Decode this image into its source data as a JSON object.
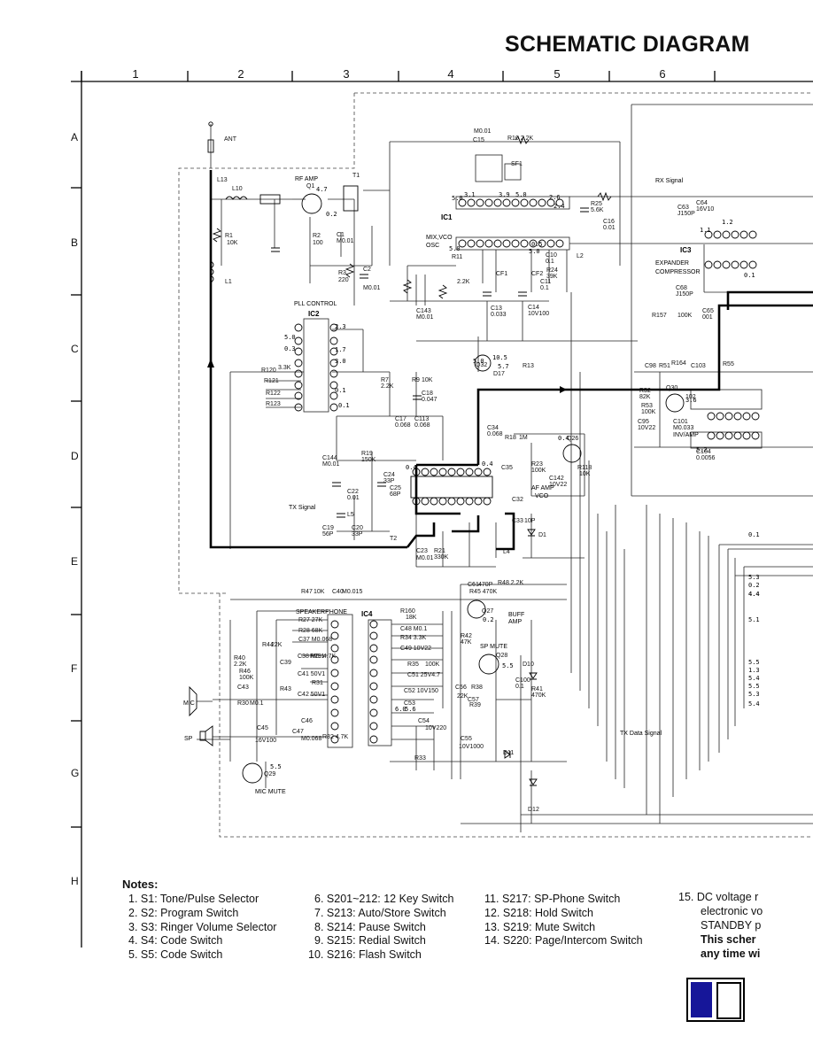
{
  "title": "SCHEMATIC DIAGRAM",
  "columns": [
    "1",
    "2",
    "3",
    "4",
    "5",
    "6"
  ],
  "rows": [
    "A",
    "B",
    "C",
    "D",
    "E",
    "F",
    "G",
    "H"
  ],
  "ics": {
    "ic1": "IC1",
    "ic2": "IC2",
    "ic3": "IC3",
    "ic4": "IC4"
  },
  "blocks": {
    "rf_amp": "RF AMP",
    "mix_vco": "MIX,VCO",
    "osc": "OSC",
    "pll_control": "PLL CONTROL",
    "expander": "EXPANDER",
    "compressor": "COMPRESSOR",
    "inv_amp": "INV/AMP",
    "af_amp": "AF AMP",
    "vco": "VCO",
    "speakerphone": "SPEAKERPHONE",
    "buff_amp_1": "BUFF",
    "buff_amp_2": "AMP",
    "sp_mute": "SP MUTE",
    "mic_mute": "MIC MUTE"
  },
  "signals": {
    "rx": "RX Signal",
    "tx": "TX Signal",
    "tx_data": "TX Data Signal"
  },
  "terminals": {
    "ant": "ANT",
    "mic": "MIC",
    "sp": "SP"
  },
  "components": {
    "l13": "L13",
    "l10": "L10",
    "r1": "R1",
    "r1v": "10K",
    "l1": "L1",
    "q1": "Q1",
    "t1": "T1",
    "r2": "R2",
    "r2v": "100",
    "c1": "C1",
    "c1v": "M0.01",
    "r3": "R3",
    "r3v": "220",
    "c2": "C2",
    "c2v": "M0.01",
    "c15": "C15",
    "m001": "M0.01",
    "r10": "R10 2.2K",
    "sf1": "SF1",
    "r25": "R25",
    "r25v": "5.6K",
    "c16": "C16",
    "c16v": "0.01",
    "c63": "C63",
    "c63v": "J150P",
    "c64": "C64",
    "c64v": "16V10",
    "c68": "C68",
    "c68v": "J150P",
    "r157": "R157",
    "r157v": "100K",
    "c65": "C65",
    "c65v": "001",
    "r11": "R11",
    "r11v": "2.2K",
    "cf1": "CF1",
    "cf2": "CF2",
    "l2": "L2",
    "r24": "R24",
    "r24v": "39K",
    "c10": "C10",
    "c10v": "0.1",
    "c11": "C11",
    "c11v": "0.1",
    "c13": "C13",
    "c13v": "0.033",
    "c14": "C14",
    "c14v": "10V100",
    "c143": "C143",
    "c143v": "M0.01",
    "r120": "R120",
    "r121": "R121",
    "r122": "R122",
    "r123": "R123",
    "v33k": "3.3K",
    "r7": "R7",
    "r7v": "2.2K",
    "r9": "R9",
    "r9v": "10K",
    "c18": "C18",
    "c18v": "0.047",
    "c17": "C17",
    "c17v": "0.068",
    "c113": "C113",
    "c113v": "0.068",
    "c144": "C144",
    "c144v": "M0.01",
    "r19": "R19",
    "r19v": "150K",
    "c24": "C24",
    "c24v": "33P",
    "c25": "C25",
    "c25v": "68P",
    "c22": "C22",
    "c22v": "0.01",
    "l5": "L5",
    "c19": "C19",
    "c19v": "56P",
    "c20": "C20",
    "c20v": "33P",
    "t2": "T2",
    "r21": "R21",
    "r21v": "330K",
    "c23": "C23",
    "c23v": "M0.01",
    "r14": "R14",
    "r14v": "22K",
    "c34": "C34",
    "c34v": "0.068",
    "r18": "R18",
    "r18v": "1M",
    "c35": "C35",
    "r23": "R23",
    "r23v": "100K",
    "c142": "C142",
    "c142v": "10V22",
    "r118": "R118",
    "r118v": "10K",
    "q26": "Q26",
    "q32": "Q32",
    "d17": "D17",
    "c32": "C32",
    "c33": "C33",
    "c33v": "10P",
    "d1": "D1",
    "l4": "L4",
    "c98": "C98",
    "r51": "R51",
    "r164": "R164",
    "c103": "C103",
    "r55": "R55",
    "r52": "R52",
    "r52v": "82K",
    "q30": "Q30",
    "q102": "102",
    "r53": "R53",
    "r53v": "100K",
    "c95": "C95",
    "c95v": "10V22",
    "c101": "C101",
    "c101v": "M0.033",
    "c104": "C104",
    "c104v": "0.0056",
    "r47": "R47",
    "r47v": "10K",
    "c40": "C40",
    "c40v": "M0.015",
    "r27": "R27 27K",
    "r28": "R28 68K",
    "c37": "C37 M0.068",
    "c38": "C38 M0.1",
    "r29": "R29 4.7K",
    "c41": "C41 50V1",
    "r31": "R31",
    "c42": "C42 50V1",
    "c39": "C39",
    "r43": "R43",
    "r44": "R44",
    "r44v": "22K",
    "r46": "R46",
    "r46v": "100K",
    "r40": "R40",
    "r40v": "2.2K",
    "c43": "C43",
    "r30": "R30",
    "r30v": "M0.1",
    "c46": "C46",
    "c47": "C47",
    "c47v": "M0.068",
    "r32": "R32 4.7K",
    "c45": "C45",
    "c45v": "16V100",
    "r160": "R160",
    "r160v": "18K",
    "c48": "C48 M0.1",
    "r34": "R34 3.3K",
    "c49": "C49 10V22",
    "r35": "R35",
    "r35v": "100K",
    "c51": "C51 25V4.7",
    "c52": "C52 10V150",
    "c53": "C53",
    "c54": "C54",
    "c54v": "10V220",
    "c55": "C55",
    "c55v": "10V1000",
    "r33": "R33",
    "d11": "D11",
    "d12": "D12",
    "c61": "C61",
    "c61v": "470P",
    "r45": "R45 470K",
    "r48": "R48 2.2K",
    "q27": "Q27",
    "r42": "R42",
    "r42v": "47K",
    "q28": "Q28",
    "c56": "C56",
    "r38": "R38",
    "r38v": "22K",
    "r39": "R39",
    "c57": "C57",
    "c100": "C100",
    "c100v": "0.1",
    "r41": "R41",
    "r41v": "470K",
    "d10": "D10",
    "q29": "Q29",
    "r13": "R13"
  },
  "voltages": [
    "5.0",
    "3.1",
    "3.9",
    "5.0",
    "2.6",
    "2.4",
    "0.2",
    "4.7",
    "5.0",
    "1.1",
    "1.2",
    "0.5",
    "5.0",
    "0.1",
    "2.3",
    "5.0",
    "0.3",
    "1.7",
    "3.0",
    "0.1",
    "0.1",
    "0.4",
    "10.5",
    "5.0",
    "5.7",
    "0.4",
    "3.6",
    "5.2",
    "0.4",
    "4.4",
    "0.2",
    "5.5",
    "5.5",
    "5.6",
    "0.1",
    "5.3",
    "0.2",
    "4.4",
    "5.1",
    "5.5",
    "1.3",
    "5.4",
    "5.5",
    "5.3",
    "5.4",
    "6.0"
  ],
  "notes_title": "Notes:",
  "notes": [
    {
      "n": "1.",
      "text": "S1:  Tone/Pulse Selector"
    },
    {
      "n": "2.",
      "text": "S2:  Program Switch"
    },
    {
      "n": "3.",
      "text": "S3:  Ringer Volume Selector"
    },
    {
      "n": "4.",
      "text": "S4:  Code Switch"
    },
    {
      "n": "5.",
      "text": "S5:  Code Switch"
    },
    {
      "n": "6.",
      "text": "S201~212: 12 Key Switch"
    },
    {
      "n": "7.",
      "text": "S213: Auto/Store Switch"
    },
    {
      "n": "8.",
      "text": "S214: Pause Switch"
    },
    {
      "n": "9.",
      "text": "S215: Redial Switch"
    },
    {
      "n": "10.",
      "text": "S216: Flash Switch"
    },
    {
      "n": "11.",
      "text": "S217: SP-Phone Switch"
    },
    {
      "n": "12.",
      "text": "S218: Hold Switch"
    },
    {
      "n": "13.",
      "text": "S219: Mute Switch"
    },
    {
      "n": "14.",
      "text": "S220: Page/Intercom Switch"
    },
    {
      "n": "15.",
      "text": "DC voltage r"
    },
    {
      "n": "",
      "text": "electronic vo"
    },
    {
      "n": "",
      "text": "STANDBY p"
    },
    {
      "n": "",
      "text": "This scher"
    },
    {
      "n": "",
      "text": "any time wi"
    }
  ]
}
